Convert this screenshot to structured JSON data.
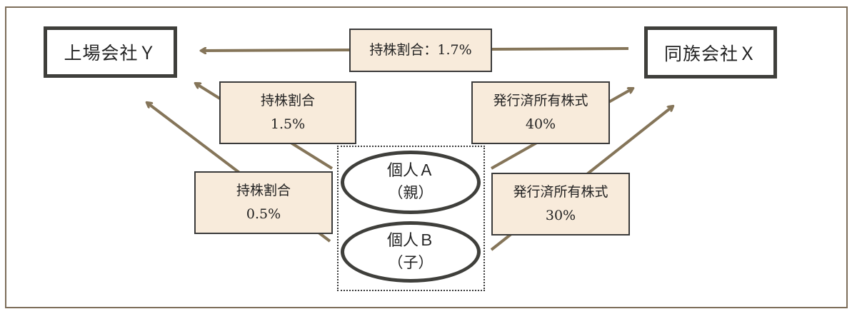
{
  "companies": {
    "listed": {
      "name": "上場会社Ｙ"
    },
    "family": {
      "name": "同族会社Ｘ"
    }
  },
  "individuals": {
    "a": {
      "name": "個人Ａ",
      "role": "（親）"
    },
    "b": {
      "name": "個人Ｂ",
      "role": "（子）"
    }
  },
  "relations": {
    "x_to_y": {
      "text": "持株割合：1.7%"
    },
    "a_to_y": {
      "title": "持株割合",
      "value": "1.5%"
    },
    "b_to_y": {
      "title": "持株割合",
      "value": "0.5%"
    },
    "a_to_x": {
      "title": "発行済所有株式",
      "value": "40%"
    },
    "b_to_x": {
      "title": "発行済所有株式",
      "value": "30%"
    }
  },
  "colors": {
    "arrow": "#857559",
    "label_fill": "#f8ebdb",
    "frame": "#7d6e5a",
    "box_border": "#3f3f3b"
  }
}
